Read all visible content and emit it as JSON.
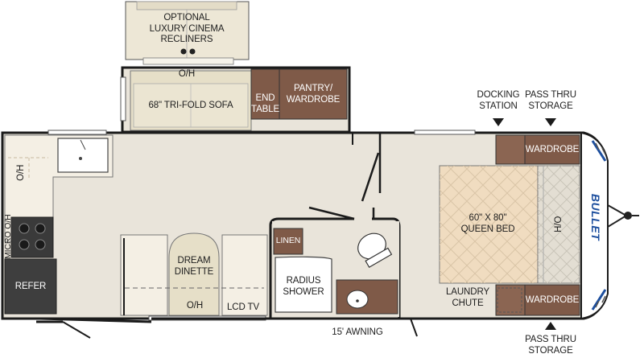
{
  "labels": {
    "optional_recliners": "OPTIONAL\nLUXURY CINEMA\nRECLINERS",
    "oh_sofa": "O/H",
    "sofa": "68\" TRI-FOLD SOFA",
    "end_table": "END\nTABLE",
    "pantry": "PANTRY/\nWARDROBE",
    "docking_station": "DOCKING\nSTATION",
    "pass_thru_top": "PASS THRU\nSTORAGE",
    "wardrobe_top": "WARDROBE",
    "oh_kitchen": "O/H",
    "micro_oh": "MICRO O/H",
    "refer": "REFER",
    "dream_dinette": "DREAM\nDINETTE",
    "oh_dinette": "O/H",
    "lcd_tv": "LCD TV",
    "linen": "LINEN",
    "radius_shower": "RADIUS\nSHOWER",
    "queen_bed": "60\" X 80\"\nQUEEN BED",
    "ho": "H/O",
    "laundry_chute": "LAUNDRY\nCHUTE",
    "wardrobe_bottom": "WARDROBE",
    "awning": "15' AWNING",
    "pass_thru_bottom": "PASS THRU\nSTORAGE"
  },
  "brand_logo": "BULLET",
  "colors": {
    "floor": "#e9e4da",
    "wall": "#1b1b1b",
    "cabinet_dark": "#7f5a48",
    "cabinet_light": "#f4efe4",
    "upholstery": "#e6dfc8",
    "bed": "#f0dcc0",
    "refer": "#3e3e3e",
    "brand_blue": "#1d4f9e"
  }
}
